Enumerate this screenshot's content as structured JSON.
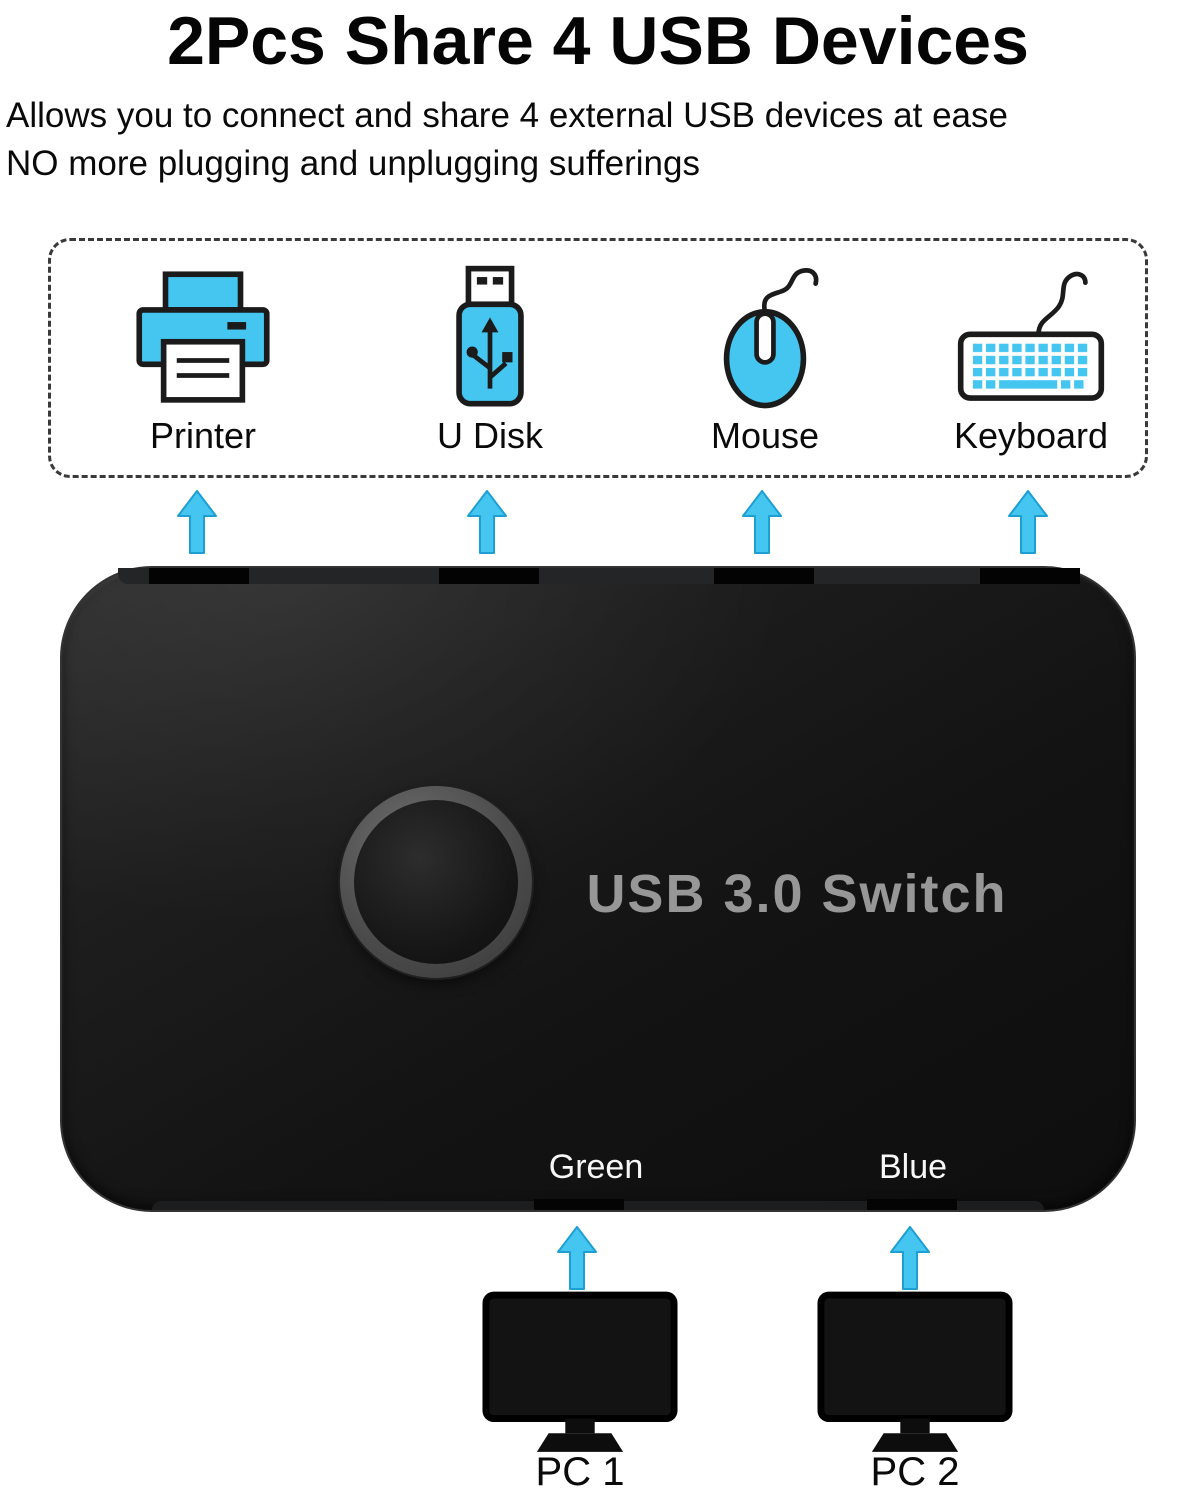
{
  "header": {
    "title": "2Pcs Share 4 USB Devices",
    "subtitle_line1": "Allows you to connect and share 4 external USB devices at ease",
    "subtitle_line2": "NO more plugging and unplugging sufferings"
  },
  "shared_devices": {
    "items": [
      {
        "label": "Printer",
        "icon": "printer-icon"
      },
      {
        "label": "U Disk",
        "icon": "usb-flash-drive-icon"
      },
      {
        "label": "Mouse",
        "icon": "mouse-icon"
      },
      {
        "label": "Keyboard",
        "icon": "keyboard-icon"
      }
    ]
  },
  "usb_switch": {
    "label": "USB 3.0 Switch",
    "ports": [
      {
        "label": "Green"
      },
      {
        "label": "Blue"
      }
    ]
  },
  "computers": [
    {
      "label": "PC 1"
    },
    {
      "label": "PC 2"
    }
  ],
  "colors": {
    "accent_cyan": "#45C6F1",
    "device_body": "#131313",
    "switch_label_gray": "#979797"
  }
}
